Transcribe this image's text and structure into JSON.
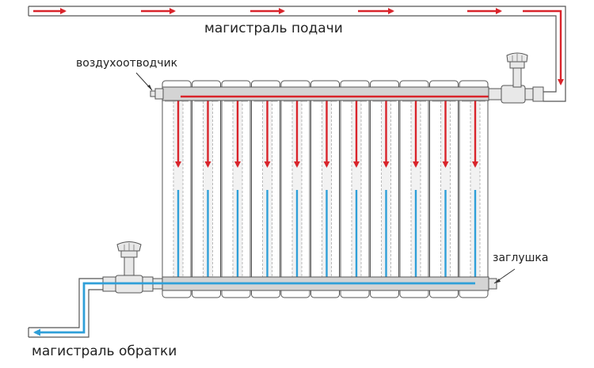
{
  "labels": {
    "supply_main": "магистраль подачи",
    "air_vent": "воздухоотводчик",
    "end_plug": "заглушка",
    "return_main": "магистраль обратки"
  },
  "colors": {
    "hot": "#d9242b",
    "cold": "#2f9fd8",
    "outline": "#555555",
    "section_fill": "#ffffff",
    "collector_fill": "#d4d4d4",
    "valve_fill": "#e8e8e8"
  },
  "radiator": {
    "section_count": 11
  },
  "icons": {
    "valve": "valve-icon",
    "air_vent": "air-vent-icon",
    "plug": "plug-icon"
  }
}
